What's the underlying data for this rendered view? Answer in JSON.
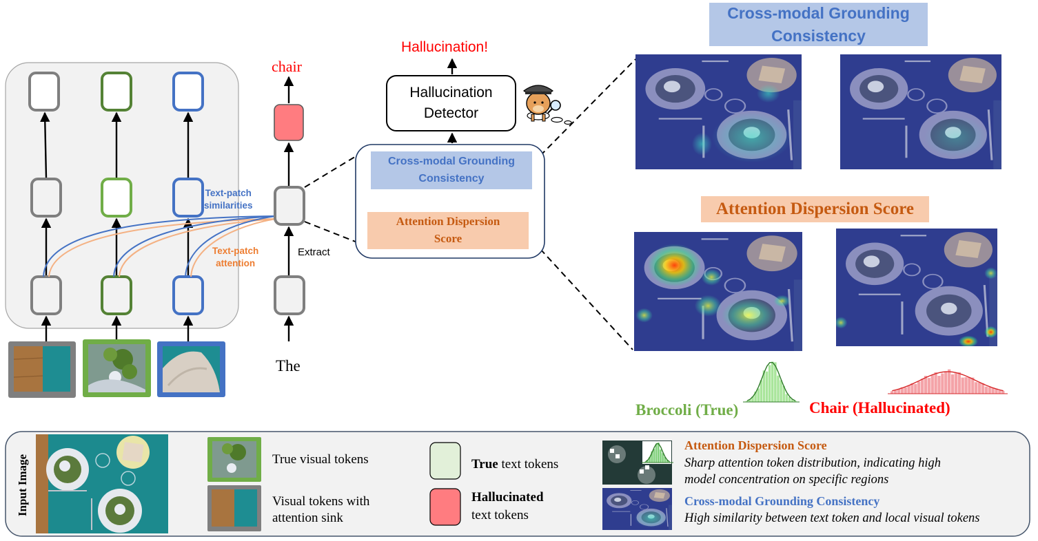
{
  "diagram": {
    "tokens": {
      "output_token": "chair",
      "input_token": "The",
      "extract_label": "Extract",
      "similarity_label": "Text-patch\nsimilarities",
      "attention_label": "Text-patch\nattention"
    },
    "detector": {
      "output": "Hallucination!",
      "name": "Hallucination\nDetector",
      "cgc_label": "Cross-modal Grounding\nConsistency",
      "ads_label": "Attention Dispersion\nScore"
    },
    "right_panel": {
      "cgc_title": "Cross-modal Grounding\nConsistency",
      "ads_title": "Attention Dispersion Score",
      "broccoli_label": "Broccoli (True)",
      "chair_label": "Chair (Hallucinated)"
    },
    "legend": {
      "input_image_label": "Input Image",
      "true_visual": "True visual tokens",
      "sink_visual": "Visual tokens with\nattention sink",
      "true_text_bold": "True",
      "true_text_rest": " text tokens",
      "hall_text_bold": "Hallucinated",
      "hall_text_rest": "text tokens",
      "ads_title": "Attention Dispersion Score",
      "ads_desc": "Sharp attention token distribution, indicating high\nmodel concentration on specific regions",
      "cgc_title": "Cross-modal Grounding Consistency",
      "cgc_desc": "High similarity between text token and local visual tokens"
    },
    "colors": {
      "gray": "#7f7f7f",
      "dark_green": "#548235",
      "light_green": "#70ad47",
      "blue": "#4472c4",
      "red": "#ff0000",
      "hallucinated_fill": "#ff7c80",
      "orange_text": "#c55a11",
      "orange_bg": "#f8cbad",
      "blue_bg": "#b4c7e7",
      "legend_green_fill": "#e2f0d9",
      "broccoli_green": "#70ad47"
    }
  }
}
